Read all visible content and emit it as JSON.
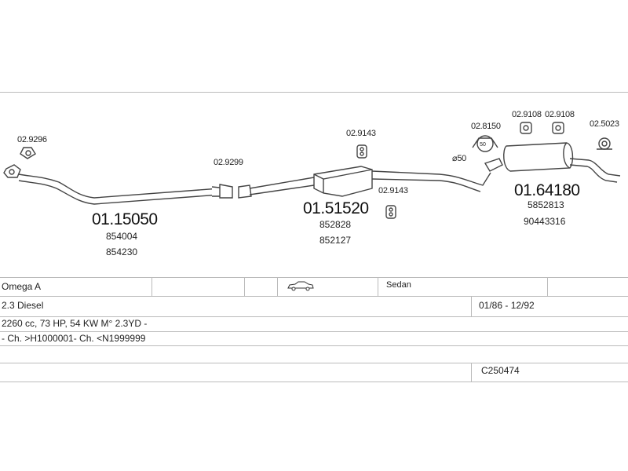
{
  "parts": {
    "front_pipe": {
      "code": "01.15050",
      "refs": [
        "854004",
        "854230"
      ]
    },
    "middle_silencer": {
      "code": "01.51520",
      "refs": [
        "852828",
        "852127"
      ]
    },
    "rear_silencer": {
      "code": "01.64180",
      "refs": [
        "5852813",
        "90443316"
      ]
    }
  },
  "fittings": {
    "gasket_front": "02.9296",
    "clamp_joint": "02.9299",
    "hanger_mid_top": "02.9143",
    "hanger_mid_bottom": "02.9143",
    "clamp_rear": "02.8150",
    "hanger_rear_1": "02.9108",
    "hanger_rear_2": "02.9108",
    "hanger_tail": "02.5023",
    "clamp_size_label": "50",
    "clamp_size_symbol": "⌀"
  },
  "vehicle": {
    "model": "Omega A",
    "body": "Sedan",
    "engine": "2.3 Diesel",
    "years": "01/86 - 12/92",
    "specs": "2260 cc, 73 HP, 54 KW M° 2.3YD -",
    "chassis": "- Ch. >H1000001- Ch. <N1999999",
    "catalog_id": "C250474"
  },
  "icons": {
    "body_icon": "sedan-car-icon"
  }
}
